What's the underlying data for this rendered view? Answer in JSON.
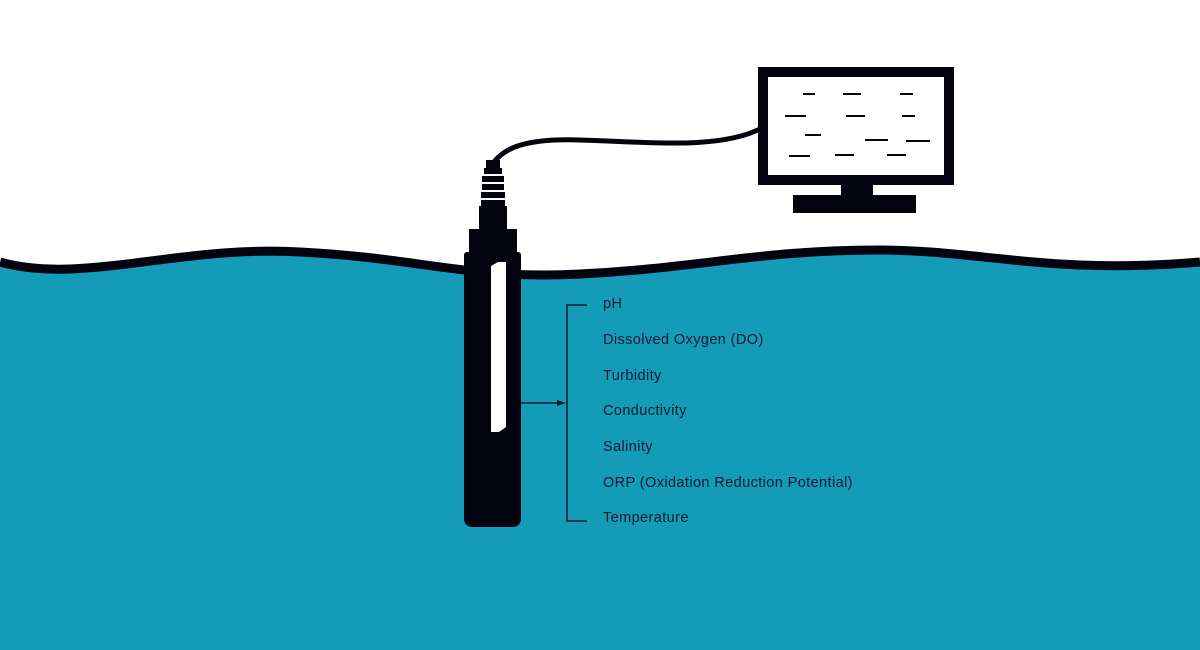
{
  "colors": {
    "water": "#139bb8",
    "outline": "#02030f",
    "text": "#0b1a35",
    "background": "#ffffff"
  },
  "parameters": [
    "pH",
    "Dissolved Oxygen (DO)",
    "Turbidity",
    "Conductivity",
    "Salinity",
    "ORP (Oxidation Reduction Potential)",
    "Temperature"
  ]
}
